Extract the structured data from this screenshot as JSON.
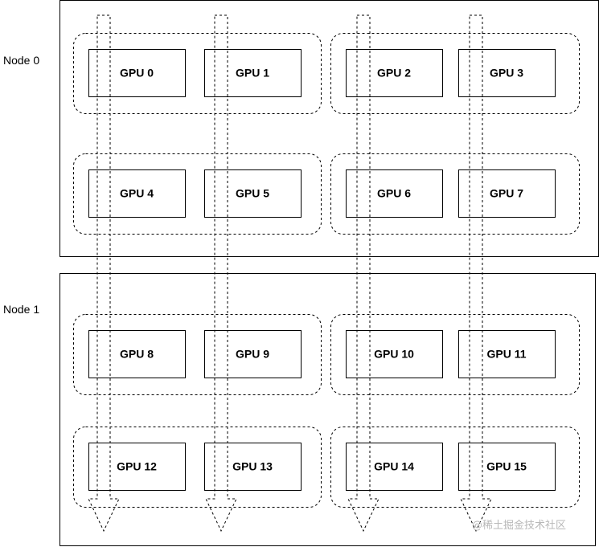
{
  "nodes": [
    {
      "label": "Node 0",
      "gpus": [
        "GPU 0",
        "GPU 1",
        "GPU 2",
        "GPU 3",
        "GPU 4",
        "GPU 5",
        "GPU 6",
        "GPU 7"
      ]
    },
    {
      "label": "Node 1",
      "gpus": [
        "GPU 8",
        "GPU 9",
        "GPU 10",
        "GPU 11",
        "GPU 12",
        "GPU 13",
        "GPU 14",
        "GPU 15"
      ]
    }
  ],
  "watermark": "@稀土掘金技术社区"
}
